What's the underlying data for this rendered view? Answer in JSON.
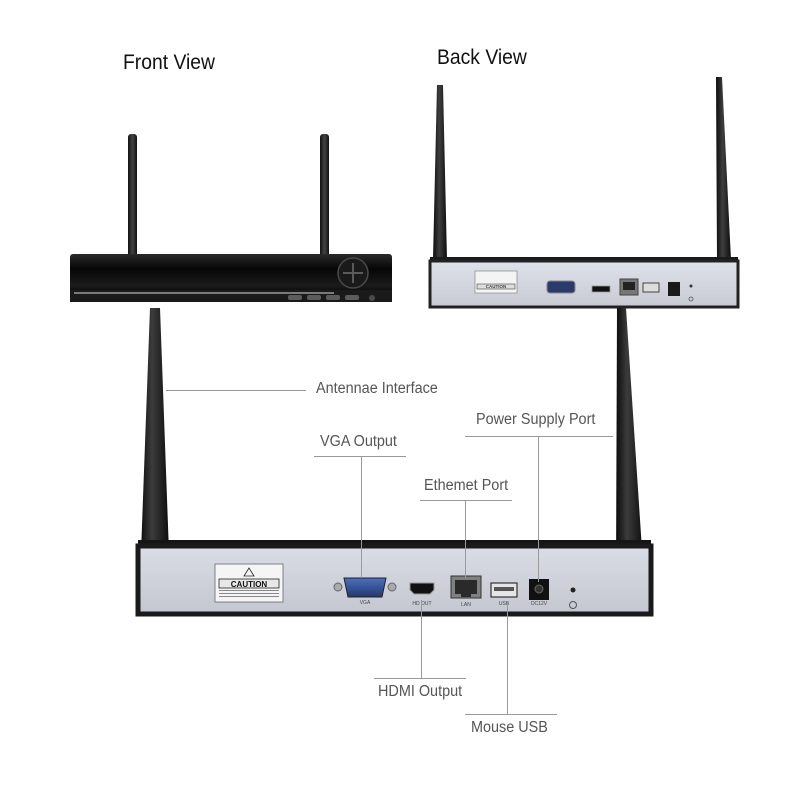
{
  "titles": {
    "front": "Front View",
    "back": "Back View"
  },
  "callouts": {
    "antennae": "Antennae Interface",
    "vga": "VGA Output",
    "power": "Power Supply Port",
    "ethernet": "Ethemet Port",
    "hdmi": "HDMI Output",
    "usb": "Mouse USB"
  },
  "panel": {
    "caution": "CAUTION",
    "vga": "VGA",
    "hdmi": "HD OUT",
    "lan": "LAN",
    "usb": "USB",
    "dc": "DC12V"
  },
  "colors": {
    "panel": "#d4d7df",
    "body": "#141414",
    "line": "#9a9a9a"
  }
}
